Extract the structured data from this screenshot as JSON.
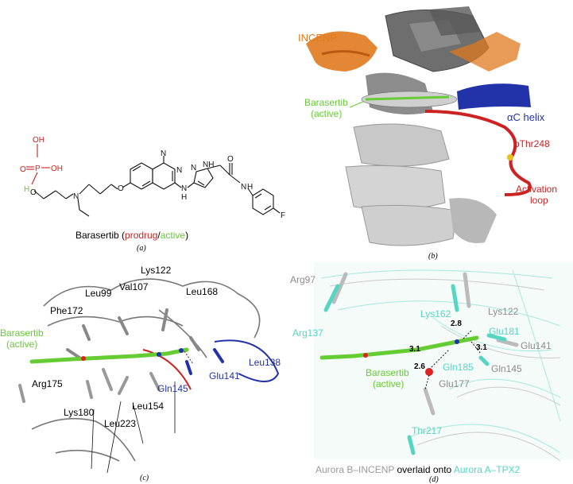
{
  "colors": {
    "green": "#66cc33",
    "orange": "#e07a1f",
    "blue": "#2233aa",
    "red": "#cc2222",
    "cyan": "#55d6c0",
    "grey": "#999999",
    "dark": "#111111"
  },
  "panel_a": {
    "caption": "(a)",
    "title_prefix": "Barasertib (",
    "title_prodrug": "prodrug",
    "title_sep": "/",
    "title_active": "active",
    "title_suffix": ")",
    "atoms": {
      "OH_top": "OH",
      "O_double": "O",
      "P": "P",
      "OH_right": "OH",
      "H": "H",
      "O_chain": "O",
      "N_amine": "N",
      "O_ether": "O",
      "N1": "N",
      "N2": "N",
      "N_link": "N",
      "H_link": "H",
      "N_pz": "N",
      "NH_pz": "NH",
      "O_amide": "O",
      "NH_amide": "N",
      "H_amide": "H",
      "F": "F"
    }
  },
  "panel_b": {
    "caption": "(b)",
    "incenp": "INCENP",
    "barasertib_line1": "Barasertib",
    "barasertib_line2": "(active)",
    "ac_helix": "αC helix",
    "pthr": "pThr248",
    "activation_line1": "Activation",
    "activation_line2": "loop"
  },
  "panel_c": {
    "caption": "(c)",
    "residues": {
      "lys122": "Lys122",
      "val107": "Val107",
      "leu99": "Leu99",
      "leu168": "Leu168",
      "phe172": "Phe172",
      "arg175": "Arg175",
      "lys180": "Lys180",
      "leu223": "Leu223",
      "leu154": "Leu154",
      "gln145": "Gln145",
      "glu141": "Glu141",
      "leu138": "Leu138"
    },
    "barasertib_line1": "Barasertib",
    "barasertib_line2": "(active)"
  },
  "panel_d": {
    "caption": "(d)",
    "residues": {
      "arg97": "Arg97",
      "arg137": "Arg137",
      "lys162": "Lys162",
      "lys122": "Lys122",
      "glu181": "Glu181",
      "glu141": "Glu141",
      "gln185": "Gln185",
      "gln145": "Gln145",
      "glu177": "Glu177",
      "thr217": "Thr217"
    },
    "distances": {
      "d1": "2.8",
      "d2": "3.1",
      "d3": "3.1",
      "d4": "2.6"
    },
    "barasertib_line1": "Barasertib",
    "barasertib_line2": "(active)",
    "legend_grey": "Aurora B–INCENP",
    "legend_mid": " overlaid onto ",
    "legend_cyan": "Aurora A–TPX2"
  }
}
